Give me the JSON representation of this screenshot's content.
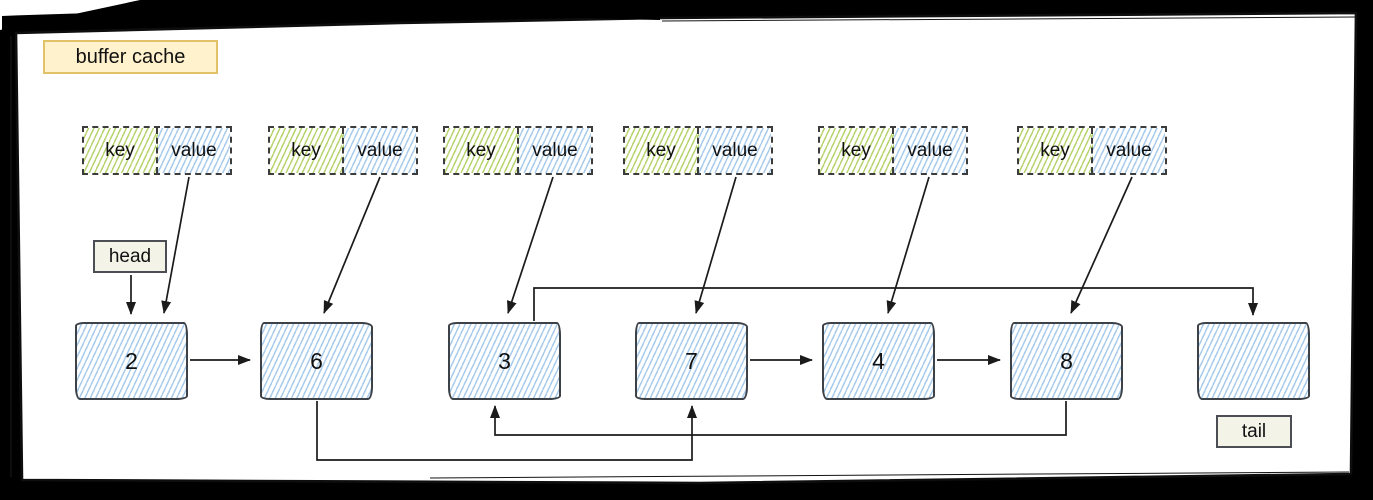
{
  "diagram": {
    "title": "buffer cache",
    "head_label": "head",
    "tail_label": "tail",
    "kv_pairs": [
      {
        "key": "key",
        "value": "value"
      },
      {
        "key": "key",
        "value": "value"
      },
      {
        "key": "key",
        "value": "value"
      },
      {
        "key": "key",
        "value": "value"
      },
      {
        "key": "key",
        "value": "value"
      },
      {
        "key": "key",
        "value": "value"
      }
    ],
    "nodes": [
      {
        "id": "node-1",
        "value": "2"
      },
      {
        "id": "node-2",
        "value": "6"
      },
      {
        "id": "node-3",
        "value": "3"
      },
      {
        "id": "node-4",
        "value": "7"
      },
      {
        "id": "node-5",
        "value": "4"
      },
      {
        "id": "node-6",
        "value": "8"
      },
      {
        "id": "node-7",
        "value": ""
      }
    ],
    "edges": [
      {
        "from": "head-tag",
        "to": "node-1",
        "kind": "pointer"
      },
      {
        "from": "kv-1-value",
        "to": "node-1",
        "kind": "value-ref"
      },
      {
        "from": "node-1",
        "to": "node-2",
        "kind": "next"
      },
      {
        "from": "kv-2-value",
        "to": "node-2",
        "kind": "value-ref"
      },
      {
        "from": "node-2",
        "to": "node-4",
        "kind": "next",
        "route": "bottom"
      },
      {
        "from": "kv-3-value",
        "to": "node-3",
        "kind": "value-ref"
      },
      {
        "from": "node-3",
        "to": "node-7",
        "kind": "next",
        "route": "top"
      },
      {
        "from": "kv-4-value",
        "to": "node-4",
        "kind": "value-ref"
      },
      {
        "from": "node-4",
        "to": "node-5",
        "kind": "next"
      },
      {
        "from": "kv-5-value",
        "to": "node-5",
        "kind": "value-ref"
      },
      {
        "from": "node-5",
        "to": "node-6",
        "kind": "next"
      },
      {
        "from": "kv-6-value",
        "to": "node-6",
        "kind": "value-ref"
      },
      {
        "from": "node-6",
        "to": "node-3",
        "kind": "next",
        "route": "bottom"
      }
    ],
    "colors": {
      "key_hatch": "#b8d470",
      "value_hatch": "#a9cbec",
      "node_hatch": "#a9cbec",
      "title_fill": "#fff2cc",
      "title_border": "#e2c269",
      "pointer_tag_fill": "#f4f3e8",
      "line": "#1b1b1b",
      "frame": "#0e0e0e"
    }
  }
}
